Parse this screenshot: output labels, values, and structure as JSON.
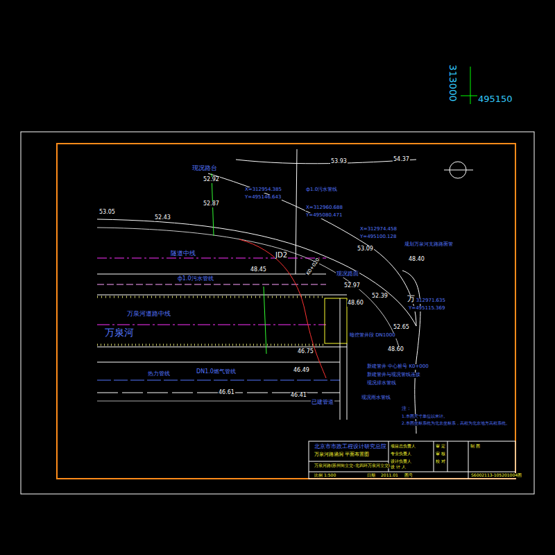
{
  "diagram": {
    "title": "万泉河路涵洞  平面布置图",
    "labels": [
      "313000",
      "495150",
      "现况路台",
      "52.92",
      "52.87",
      "53.05",
      "52.43",
      "53.93",
      "54.37",
      "X=312954.385",
      "Y=495146.643",
      "ф1.0污水管线",
      "X=312960.688",
      "Y=495080.471",
      "X=312974.458",
      "Y=495100.128",
      "规划万泉河支路路面管",
      "53.09",
      "48.40",
      "隧道中线",
      "ф1.0污水管线",
      "48.45",
      "现况路面",
      "52.97",
      "52.39",
      "48.60",
      "万泉河道路中线",
      "万泉河",
      "X=312971.635",
      "Y=495115.369",
      "暗挖管井段 DN1000",
      "52.65",
      "48.60",
      "46.75",
      "46.49",
      "新建管井 中心桩号 K0+000",
      "新建管井与现况管线连接",
      "现况排水管线",
      "现况雨水管线",
      "热力管线",
      "DN1.0燃气管线",
      "46.61",
      "46.41",
      "已建管道",
      "注：",
      "1.本图尺寸单位以米计。",
      "2.本图坐标系统为北京坐标系，高程为北京地方高程系统。",
      "北京市市政工程设计研究总院",
      "万泉河路(苏州街立交-北四环万泉河立交)",
      "项目总负责人",
      "专业负责人",
      "设计负责人",
      "设 计 人",
      "审 定",
      "审 核",
      "校 对",
      "制 图",
      "比例 1:500",
      "日期",
      "2011.01",
      "图号",
      "S6002113-105201004图",
      "JD2",
      "K0+020",
      "万"
    ]
  }
}
